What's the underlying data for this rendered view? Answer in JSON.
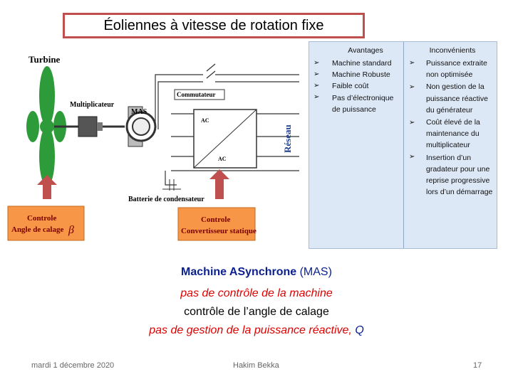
{
  "title": "Éoliennes à vitesse de rotation fixe",
  "diagram": {
    "turbine": "Turbine",
    "multiplicateur": "Multiplicateur",
    "mas": "MAS",
    "commutateur": "Commutateur",
    "ac_top": "AC",
    "ac_bottom": "AC",
    "reseau": "Réseau",
    "batterie": "Batterie de condensateur",
    "controle_left_line1": "Controle",
    "controle_left_line2": "Angle de calage",
    "beta": "β",
    "controle_right_line1": "Controle",
    "controle_right_line2": "Convertisseur statique"
  },
  "table": {
    "avantages_header": "Avantages",
    "inconvenients_header": "Inconvénients",
    "avantages": [
      "Machine standard",
      "Machine Robuste",
      "Faible coût",
      "Pas d’électronique de puissance"
    ],
    "inconvenients": [
      "Puissance extraite non optimisée",
      "Non gestion de la puissance réactive du générateur",
      "Coût élevé de la maintenance du multiplicateur",
      "Insertion d’un gradateur pour une reprise progressive lors d’un démarrage"
    ]
  },
  "summary": {
    "line1_part1": "Machine ASynchrone",
    "line1_part2": " (MAS)",
    "line2": "pas de contrôle de la machine",
    "line3": "contrôle de l’angle de calage",
    "line4_main": "pas de gestion de la puissance réactive, ",
    "line4_q": "Q"
  },
  "footer": {
    "date": "mardi 1 décembre 2020",
    "author": "Hakim Bekka",
    "page": "17"
  },
  "colors": {
    "title_border": "#c0504d",
    "control_box": "#f79646",
    "arrow_red": "#c0504d",
    "blade_green": "#2e9b3a",
    "summary_blue": "#0b1f8f",
    "summary_red": "#e00000",
    "table_bg": "#dde8f6"
  }
}
